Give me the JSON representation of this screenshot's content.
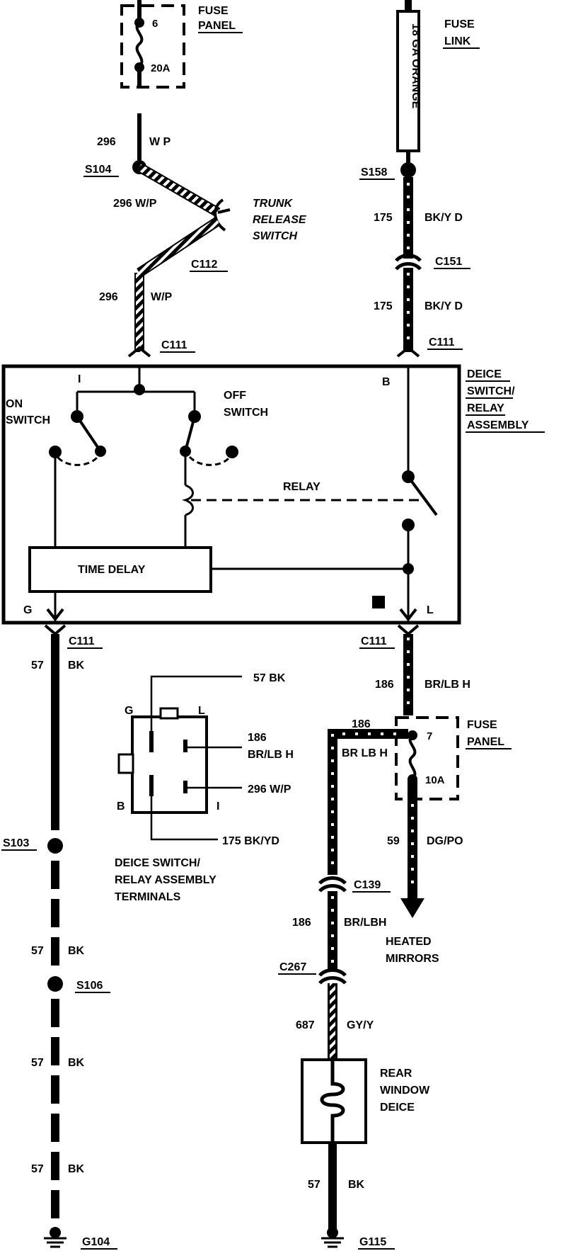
{
  "fuse_panel_top": {
    "title_line1": "FUSE",
    "title_line2": "PANEL",
    "fuse_number": "6",
    "fuse_rating": "20A"
  },
  "fuse_link": {
    "title_line1": "FUSE",
    "title_line2": "LINK",
    "body_label": "18 GA ORANGE"
  },
  "left_circuit": {
    "wire_296_num": "296",
    "wire_296_color": "W P",
    "splice_s104": "S104",
    "wire_296_wp_a": "296 W/P",
    "trunk_line1": "TRUNK",
    "trunk_line2": "RELEASE",
    "trunk_line3": "SWITCH",
    "conn_c112": "C112",
    "wire_296b_num": "296",
    "wire_296b_color": "W/P",
    "conn_c111_top_left": "C111"
  },
  "right_circuit": {
    "splice_s158": "S158",
    "wire_175a_num": "175",
    "wire_175a_color": "BK/Y D",
    "conn_c151": "C151",
    "wire_175b_num": "175",
    "wire_175b_color": "BK/Y D",
    "conn_c111_top_right": "C111"
  },
  "assembly": {
    "label_line1": "DEICE",
    "label_line2": "SWITCH/",
    "label_line3": "RELAY",
    "label_line4": "ASSEMBLY",
    "pin_i": "I",
    "pin_b": "B",
    "pin_g": "G",
    "pin_l": "L",
    "on_switch_line1": "ON",
    "on_switch_line2": "SWITCH",
    "off_switch_line1": "OFF",
    "off_switch_line2": "SWITCH",
    "relay": "RELAY",
    "time_delay": "TIME DELAY"
  },
  "ground_left": {
    "conn_c111": "C111",
    "wire_57_a": "57",
    "wire_bk_a": "BK",
    "splice_s103": "S103",
    "wire_57_b": "57",
    "wire_bk_b": "BK",
    "splice_s106": "S106",
    "wire_57_c": "57",
    "wire_bk_c": "BK",
    "wire_57_d": "57",
    "wire_bk_d": "BK",
    "ground_g104": "G104"
  },
  "terminals": {
    "pin_g": "G",
    "pin_l": "L",
    "pin_b": "B",
    "pin_i": "I",
    "wire_57": "57 BK",
    "wire_186_num": "186",
    "wire_186_color": "BR/LB H",
    "wire_296": "296 W/P",
    "wire_175": "175 BK/YD",
    "caption_line1": "DEICE SWITCH/",
    "caption_line2": "RELAY ASSEMBLY",
    "caption_line3": "TERMINALS"
  },
  "right_lower": {
    "conn_c111": "C111",
    "wire_186_num": "186",
    "wire_186_color": "BR/LB H",
    "branch_186_num": "186",
    "branch_186_color": "BR LB H",
    "fuse_panel_line1": "FUSE",
    "fuse_panel_line2": "PANEL",
    "fuse_number": "7",
    "fuse_rating": "10A",
    "wire_59_num": "59",
    "wire_59_color": "DG/PO",
    "heated_line1": "HEATED",
    "heated_line2": "MIRRORS",
    "conn_c139": "C139",
    "wire_186b_num": "186",
    "wire_186b_color": "BR/LBH",
    "conn_c267": "C267",
    "wire_687_num": "687",
    "wire_687_color": "GY/Y",
    "rear_line1": "REAR",
    "rear_line2": "WINDOW",
    "rear_line3": "DEICE",
    "wire_57_num": "57",
    "wire_57_color": "BK",
    "ground_g115": "G115"
  }
}
